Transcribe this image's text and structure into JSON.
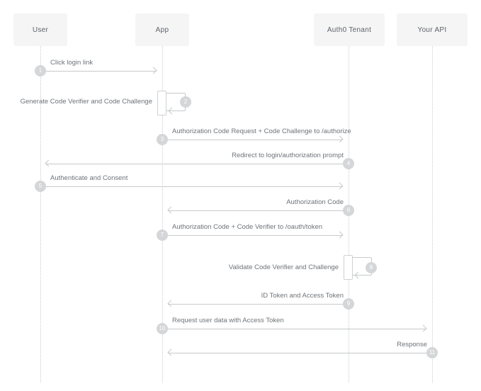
{
  "diagram": {
    "type": "sequence-diagram",
    "participants": [
      {
        "id": "user",
        "label": "User"
      },
      {
        "id": "app",
        "label": "App"
      },
      {
        "id": "auth0",
        "label": "Auth0 Tenant"
      },
      {
        "id": "api",
        "label": "Your API"
      }
    ],
    "messages": [
      {
        "step": 1,
        "label": "Click login link",
        "from": "user",
        "to": "app",
        "kind": "arrow-right"
      },
      {
        "step": 2,
        "label": "Generate Code Verifier and Code Challenge",
        "from": "app",
        "to": "app",
        "kind": "self"
      },
      {
        "step": 3,
        "label": "Authorization Code Request + Code Challenge to /authorize",
        "from": "app",
        "to": "auth0",
        "kind": "arrow-right"
      },
      {
        "step": 4,
        "label": "Redirect to login/authorization prompt",
        "from": "auth0",
        "to": "user",
        "kind": "arrow-left"
      },
      {
        "step": 5,
        "label": "Authenticate and Consent",
        "from": "user",
        "to": "auth0",
        "kind": "arrow-right"
      },
      {
        "step": 6,
        "label": "Authorization Code",
        "from": "auth0",
        "to": "app",
        "kind": "arrow-left"
      },
      {
        "step": 7,
        "label": "Authorization Code + Code Verifier to /oauth/token",
        "from": "app",
        "to": "auth0",
        "kind": "arrow-right"
      },
      {
        "step": 8,
        "label": "Validate Code Verifier and Challenge",
        "from": "auth0",
        "to": "auth0",
        "kind": "self"
      },
      {
        "step": 9,
        "label": "ID Token and Access Token",
        "from": "auth0",
        "to": "app",
        "kind": "arrow-left"
      },
      {
        "step": 10,
        "label": "Request user data with Access Token",
        "from": "app",
        "to": "api",
        "kind": "arrow-right"
      },
      {
        "step": 11,
        "label": "Response",
        "from": "api",
        "to": "app",
        "kind": "arrow-left"
      }
    ],
    "colors": {
      "background": "#ffffff",
      "participant_box": "#f5f5f6",
      "participant_text": "#5d6267",
      "message_text": "#6e7378",
      "line": "#c6c9cb",
      "lifeline": "#c9ccce",
      "step_circle_fill": "#d4d6d8",
      "step_circle_text": "#ffffff",
      "activation_border": "#ced1d3"
    }
  }
}
